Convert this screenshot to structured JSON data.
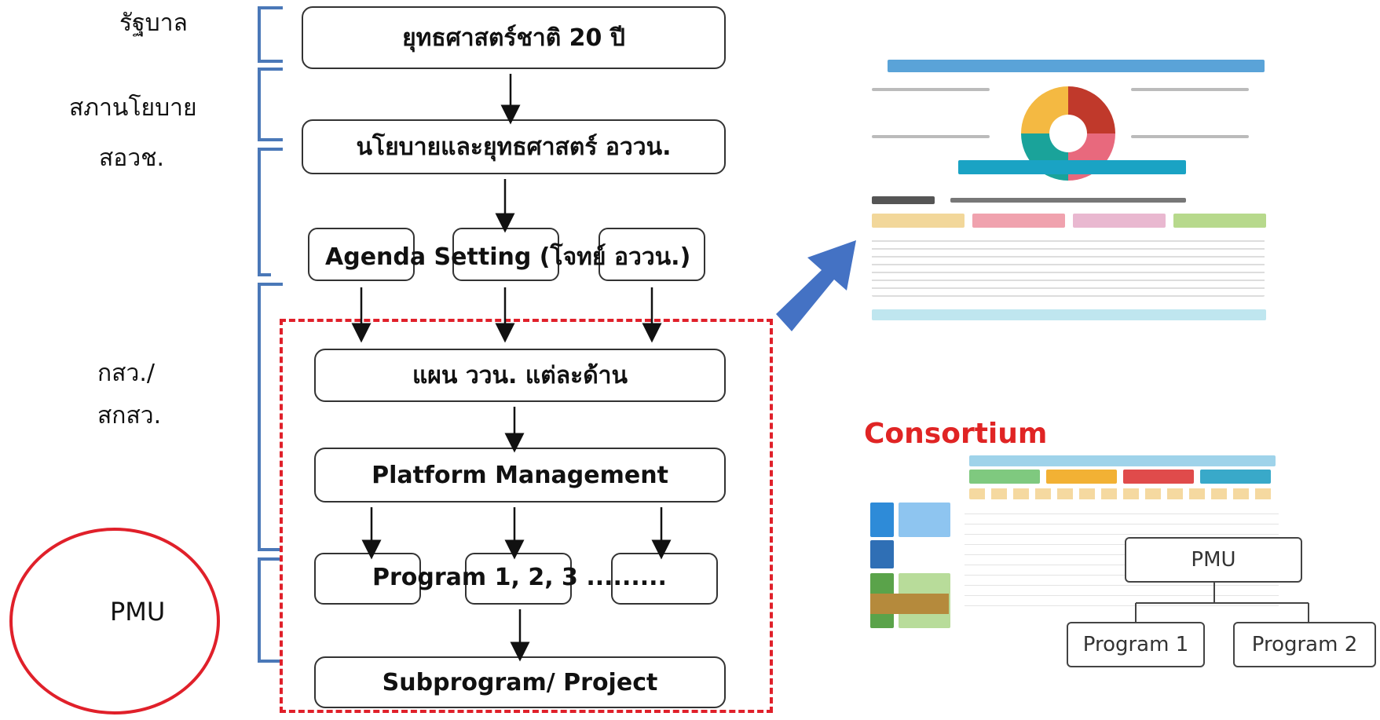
{
  "side_labels": {
    "government": "รัฐบาล",
    "policy_council": "สภานโยบาย",
    "oawo": "สอวช.",
    "ministry_1": "กสว./",
    "ministry_2": "สกสว.",
    "pmu": "PMU"
  },
  "flow": {
    "strategy": "ยุทธศาสตร์ชาติ 20 ปี",
    "policy": "นโยบายและยุทธศาสตร์ อววน.",
    "agenda": "Agenda Setting (โจทย์ อววน.)",
    "plan": "แผน ววน. แต่ละด้าน",
    "platform": "Platform Management",
    "programs": "Program 1, 2, 3 .........",
    "subprogram": "Subprogram/ Project"
  },
  "right_panel": {
    "consortium_title": "Consortium",
    "pmu_box": "PMU",
    "program1": "Program 1",
    "program2": "Program 2"
  },
  "colors": {
    "bracket": "#4a78b8",
    "dashed_frame": "#e0202a",
    "pmu_circle": "#e0202a",
    "arrow_fill": "#4472c4",
    "consortium": "#e02424"
  }
}
